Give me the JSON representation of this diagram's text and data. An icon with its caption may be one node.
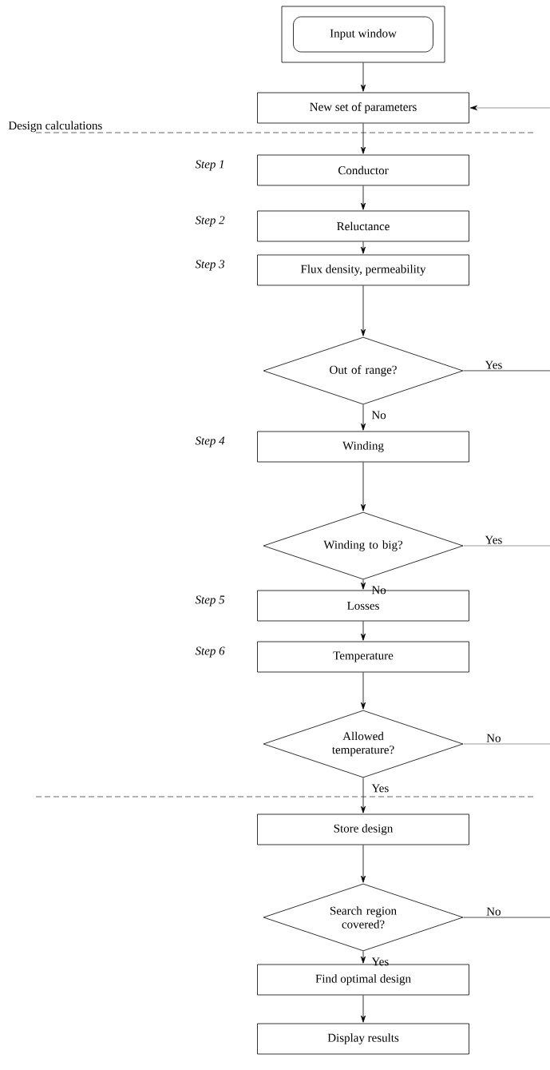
{
  "diagram": {
    "nodes": [
      {
        "text": [],
        "shape": "box"
      },
      {
        "text": [
          "Input window"
        ],
        "in": 0
      },
      {
        "text": [
          "New set of parameters"
        ]
      },
      {
        "text": [
          "Conductor"
        ],
        "beside": [
          "Step 1"
        ]
      },
      {
        "text": [
          "Reluctance"
        ],
        "beside": [
          "Step 2"
        ]
      },
      {
        "text": [
          "Flux density, permeability"
        ],
        "beside": [
          "Step 3"
        ]
      },
      {
        "text": [
          "Out of range?"
        ]
      },
      {
        "text": [
          "Winding"
        ],
        "beside": [
          "Step 4"
        ]
      },
      {
        "text": [
          "Winding to big?"
        ]
      },
      {
        "text": [
          "Losses"
        ],
        "beside": [
          "Step 5"
        ]
      },
      {
        "text": [
          "Temperature"
        ],
        "beside": [
          "Step 6"
        ]
      },
      {
        "text": [
          "Allowed temperature?"
        ]
      },
      {
        "text": [
          "Store design"
        ]
      },
      {
        "text": [
          "Search region covered?"
        ]
      },
      {
        "text": [
          "Find optimal design"
        ]
      },
      {
        "text": [
          "Display results"
        ]
      }
    ],
    "edges": [
      {
        "from": 0,
        "to": 2,
        "arrow": "to"
      },
      {
        "from": null,
        "to": 2,
        "arrow": "to"
      },
      {
        "from": 2,
        "to": 3,
        "arrow": "to"
      },
      {
        "from": 3,
        "to": 4,
        "arrow": "to"
      },
      {
        "from": 4,
        "to": 5,
        "arrow": "to"
      },
      {
        "from": 5,
        "to": 6,
        "arrow": "to"
      },
      {
        "from": 6,
        "to": null,
        "arrow": "none",
        "label": "Yes"
      },
      {
        "from": 6,
        "to": 7,
        "arrow": "to",
        "label": "No"
      },
      {
        "from": 7,
        "to": 8,
        "arrow": "to"
      },
      {
        "from": 8,
        "to": null,
        "arrow": "none",
        "label": "Yes"
      },
      {
        "from": 8,
        "to": 9,
        "arrow": "to",
        "label": "No"
      },
      {
        "from": 9,
        "to": 10,
        "arrow": "to"
      },
      {
        "from": 10,
        "to": 11,
        "arrow": "to"
      },
      {
        "from": 11,
        "to": null,
        "arrow": "none",
        "label": "No"
      },
      {
        "from": 11,
        "to": 12,
        "arrow": "to",
        "label": "Yes"
      },
      {
        "from": 12,
        "to": 13,
        "arrow": "to"
      },
      {
        "from": 13,
        "to": null,
        "arrow": "none",
        "label": "No"
      },
      {
        "from": 13,
        "to": 14,
        "arrow": "to",
        "label": "Yes"
      },
      {
        "from": 14,
        "to": 15,
        "arrow": "to"
      }
    ],
    "labels": [
      "Design calculations"
    ]
  }
}
